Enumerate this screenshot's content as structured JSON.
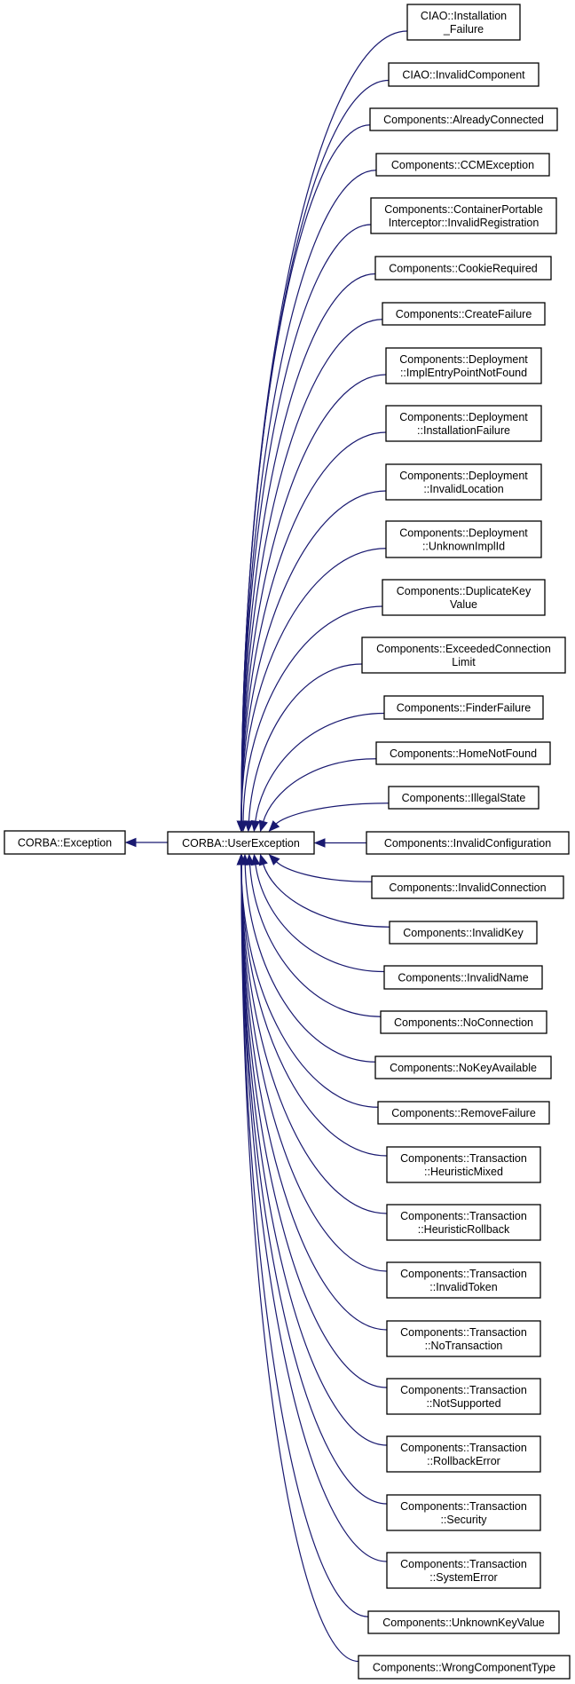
{
  "diagram": {
    "type": "class inheritance graph",
    "edge_color": "#191970",
    "root": {
      "id": "corba-exception",
      "label": [
        "CORBA::Exception"
      ]
    },
    "hub": {
      "id": "corba-userexception",
      "label": [
        "CORBA::UserException"
      ],
      "inherits_from": "corba-exception"
    },
    "children": [
      {
        "id": "ciao-installation-failure",
        "label": [
          "CIAO::Installation",
          "_Failure"
        ]
      },
      {
        "id": "ciao-invalid-component",
        "label": [
          "CIAO::InvalidComponent"
        ]
      },
      {
        "id": "components-already-connected",
        "label": [
          "Components::AlreadyConnected"
        ]
      },
      {
        "id": "components-ccm-exception",
        "label": [
          "Components::CCMException"
        ]
      },
      {
        "id": "components-container-portable-interceptor-invalid-registration",
        "label": [
          "Components::ContainerPortable",
          "Interceptor::InvalidRegistration"
        ]
      },
      {
        "id": "components-cookie-required",
        "label": [
          "Components::CookieRequired"
        ]
      },
      {
        "id": "components-create-failure",
        "label": [
          "Components::CreateFailure"
        ]
      },
      {
        "id": "components-deployment-impl-entry-point-not-found",
        "label": [
          "Components::Deployment",
          "::ImplEntryPointNotFound"
        ]
      },
      {
        "id": "components-deployment-installation-failure",
        "label": [
          "Components::Deployment",
          "::InstallationFailure"
        ]
      },
      {
        "id": "components-deployment-invalid-location",
        "label": [
          "Components::Deployment",
          "::InvalidLocation"
        ]
      },
      {
        "id": "components-deployment-unknown-impl-id",
        "label": [
          "Components::Deployment",
          "::UnknownImplId"
        ]
      },
      {
        "id": "components-duplicate-key-value",
        "label": [
          "Components::DuplicateKey",
          "Value"
        ]
      },
      {
        "id": "components-exceeded-connection-limit",
        "label": [
          "Components::ExceededConnection",
          "Limit"
        ]
      },
      {
        "id": "components-finder-failure",
        "label": [
          "Components::FinderFailure"
        ]
      },
      {
        "id": "components-home-not-found",
        "label": [
          "Components::HomeNotFound"
        ]
      },
      {
        "id": "components-illegal-state",
        "label": [
          "Components::IllegalState"
        ]
      },
      {
        "id": "components-invalid-configuration",
        "label": [
          "Components::InvalidConfiguration"
        ]
      },
      {
        "id": "components-invalid-connection",
        "label": [
          "Components::InvalidConnection"
        ]
      },
      {
        "id": "components-invalid-key",
        "label": [
          "Components::InvalidKey"
        ]
      },
      {
        "id": "components-invalid-name",
        "label": [
          "Components::InvalidName"
        ]
      },
      {
        "id": "components-no-connection",
        "label": [
          "Components::NoConnection"
        ]
      },
      {
        "id": "components-no-key-available",
        "label": [
          "Components::NoKeyAvailable"
        ]
      },
      {
        "id": "components-remove-failure",
        "label": [
          "Components::RemoveFailure"
        ]
      },
      {
        "id": "components-transaction-heuristic-mixed",
        "label": [
          "Components::Transaction",
          "::HeuristicMixed"
        ]
      },
      {
        "id": "components-transaction-heuristic-rollback",
        "label": [
          "Components::Transaction",
          "::HeuristicRollback"
        ]
      },
      {
        "id": "components-transaction-invalid-token",
        "label": [
          "Components::Transaction",
          "::InvalidToken"
        ]
      },
      {
        "id": "components-transaction-no-transaction",
        "label": [
          "Components::Transaction",
          "::NoTransaction"
        ]
      },
      {
        "id": "components-transaction-not-supported",
        "label": [
          "Components::Transaction",
          "::NotSupported"
        ]
      },
      {
        "id": "components-transaction-rollback-error",
        "label": [
          "Components::Transaction",
          "::RollbackError"
        ]
      },
      {
        "id": "components-transaction-security",
        "label": [
          "Components::Transaction",
          "::Security"
        ]
      },
      {
        "id": "components-transaction-system-error",
        "label": [
          "Components::Transaction",
          "::SystemError"
        ]
      },
      {
        "id": "components-unknown-key-value",
        "label": [
          "Components::UnknownKeyValue"
        ]
      },
      {
        "id": "components-wrong-component-type",
        "label": [
          "Components::WrongComponentType"
        ]
      }
    ]
  }
}
